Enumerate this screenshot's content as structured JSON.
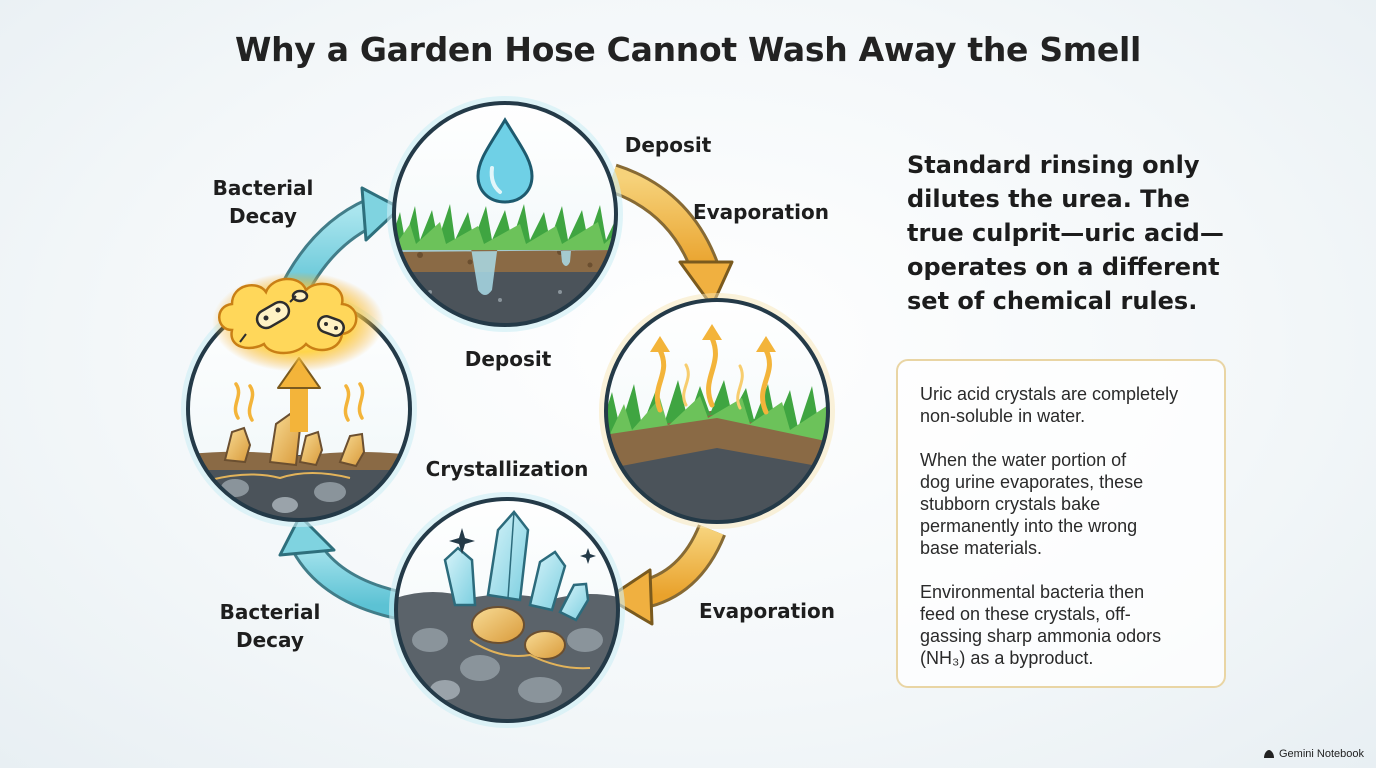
{
  "title": "Why a Garden Hose Cannot Wash Away the Smell",
  "labels": {
    "deposit_top": "Deposit",
    "evaporation_top": "Evaporation",
    "bacterial_decay_top": [
      "Bacterial",
      "Decay"
    ],
    "deposit_center": "Deposit",
    "crystallization": "Crystallization",
    "evaporation_bottom": "Evaporation",
    "bacterial_decay_bottom": [
      "Bacterial",
      "Decay"
    ]
  },
  "headline": [
    "Standard rinsing only",
    "dilutes the urea. The",
    "true culprit—uric acid—",
    "operates on a different",
    "set of chemical rules."
  ],
  "info": {
    "p1": [
      "Uric acid crystals are completely",
      "non-soluble in water."
    ],
    "p2": [
      "When the water portion of",
      "dog urine evaporates, these",
      "stubborn crystals bake",
      "permanently into the wrong",
      "base materials."
    ],
    "p3": [
      "Environmental bacteria then",
      "feed on these crystals, off-",
      "gassing sharp ammonia odors",
      "(NH₃) as a byproduct."
    ]
  },
  "brand": "Gemini Notebook",
  "colors": {
    "cyan_arrow": "#7fd3e0",
    "orange_arrow": "#f0b040",
    "circle_border": "#243a48",
    "grass": "#3fa541",
    "soil": "#8a6a45",
    "box_border": "#e9d5a4"
  }
}
